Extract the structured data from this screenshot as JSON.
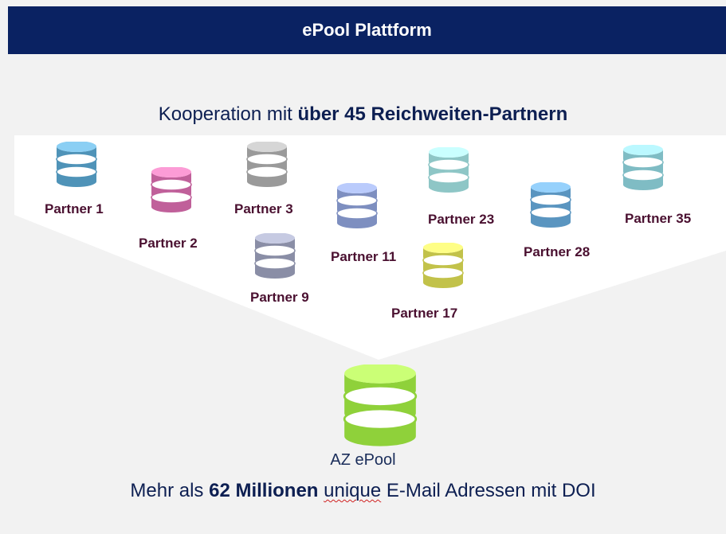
{
  "header": {
    "title": "ePool Plattform"
  },
  "cooperation": {
    "prefix": "Kooperation mit ",
    "emphasis": "über 45 Reichweiten-Partnern"
  },
  "partners": [
    {
      "label": "Partner 1",
      "color": "#4f93b8"
    },
    {
      "label": "Partner 2",
      "color": "#c0609a"
    },
    {
      "label": "Partner 3",
      "color": "#9a9a9a"
    },
    {
      "label": "Partner 9",
      "color": "#8a8ea6"
    },
    {
      "label": "Partner 11",
      "color": "#7e8fc0"
    },
    {
      "label": "Partner 17",
      "color": "#c2c24a"
    },
    {
      "label": "Partner 23",
      "color": "#8ec6c6"
    },
    {
      "label": "Partner 28",
      "color": "#5a95c0"
    },
    {
      "label": "Partner 35",
      "color": "#7fbcc4"
    }
  ],
  "pool": {
    "label": "AZ ePool",
    "color": "#8fd13a"
  },
  "summary": {
    "prefix": "Mehr als ",
    "emphasis": "62 Millionen",
    "space": " ",
    "underlined": "unique",
    "suffix": " E-Mail Adressen mit DOI"
  },
  "colors": {
    "header_bg": "#0a2262",
    "partner_text": "#4a1030",
    "funnel": "#ffffff"
  }
}
